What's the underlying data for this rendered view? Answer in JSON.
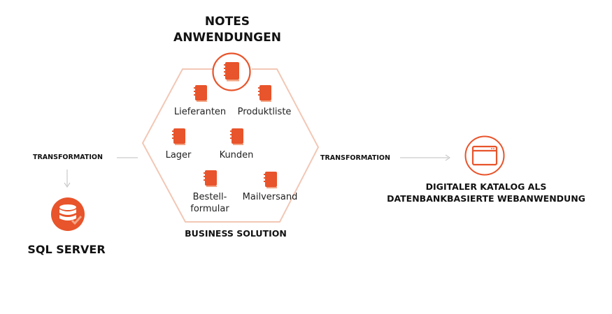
{
  "notes_title_line1": "NOTES",
  "notes_title_line2": "ANWENDUNGEN",
  "business_solution_label": "BUSINESS SOLUTION",
  "transformation_left": "TRANSFORMATION",
  "transformation_right": "TRANSFORMATION",
  "sql_server_label": "SQL SERVER",
  "catalog_line1": "DIGITALER KATALOG ALS",
  "catalog_line2": "DATENBANKBASIERTE WEBANWENDUNG",
  "databases": {
    "lieferanten": "Lieferanten",
    "produktliste": "Produktliste",
    "lager": "Lager",
    "kunden": "Kunden",
    "bestellformular_line1": "Bestell-",
    "bestellformular_line2": "formular",
    "mailversand": "Mailversand"
  },
  "colors": {
    "accent": "#E8542B",
    "outline": "#F2C7B5",
    "arrow": "#BDBDBD"
  },
  "icons": {
    "notes_app": "notebook-icon",
    "database": "notebook-icon",
    "sql_server": "database-check-icon",
    "web_app": "browser-window-icon"
  }
}
